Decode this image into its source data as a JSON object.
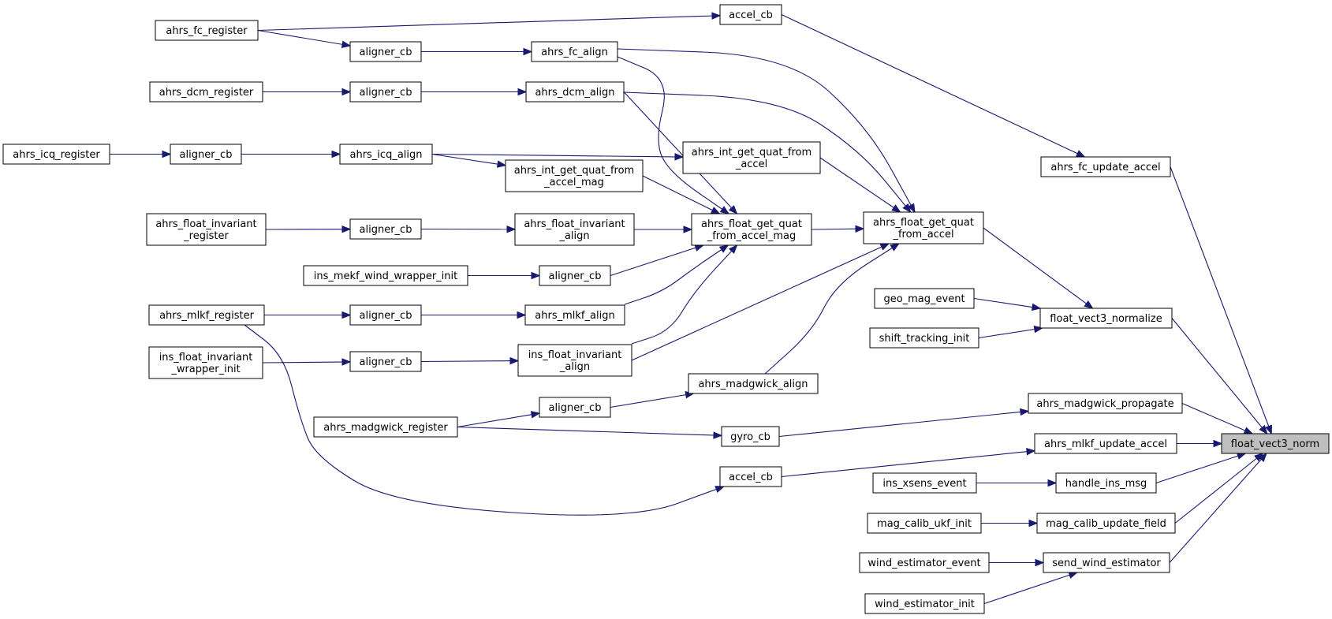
{
  "graph": {
    "title": "",
    "colors": {
      "edge": "#191970",
      "root_fill": "#bfbfbf",
      "node_border": "#000000"
    },
    "root": "float_vect3_norm",
    "nodes": [
      {
        "id": "float_vect3_norm",
        "label": "float_vect3_norm"
      },
      {
        "id": "ahrs_fc_update_accel",
        "label": "ahrs_fc_update_accel"
      },
      {
        "id": "accel_cb_fc",
        "label": "accel_cb"
      },
      {
        "id": "ahrs_fc_register",
        "label": "ahrs_fc_register"
      },
      {
        "id": "float_vect3_normalize",
        "label": "float_vect3_normalize"
      },
      {
        "id": "ahrs_float_get_quat_from_accel",
        "label": "ahrs_float_get_quat\n_from_accel"
      },
      {
        "id": "ahrs_fc_align",
        "label": "ahrs_fc_align"
      },
      {
        "id": "aligner_cb_fc",
        "label": "aligner_cb"
      },
      {
        "id": "ahrs_dcm_align",
        "label": "ahrs_dcm_align"
      },
      {
        "id": "aligner_cb_dcm",
        "label": "aligner_cb"
      },
      {
        "id": "ahrs_dcm_register",
        "label": "ahrs_dcm_register"
      },
      {
        "id": "ahrs_int_get_quat_from_accel",
        "label": "ahrs_int_get_quat_from\n_accel"
      },
      {
        "id": "ahrs_icq_align",
        "label": "ahrs_icq_align"
      },
      {
        "id": "aligner_cb_icq",
        "label": "aligner_cb"
      },
      {
        "id": "ahrs_icq_register",
        "label": "ahrs_icq_register"
      },
      {
        "id": "ahrs_float_get_quat_from_accel_mag",
        "label": "ahrs_float_get_quat\n_from_accel_mag"
      },
      {
        "id": "ahrs_int_get_quat_from_accel_mag",
        "label": "ahrs_int_get_quat_from\n_accel_mag"
      },
      {
        "id": "ahrs_float_invariant_align",
        "label": "ahrs_float_invariant\n_align"
      },
      {
        "id": "aligner_cb_finv",
        "label": "aligner_cb"
      },
      {
        "id": "ahrs_float_invariant_register",
        "label": "ahrs_float_invariant\n_register"
      },
      {
        "id": "aligner_cb_mekf",
        "label": "aligner_cb"
      },
      {
        "id": "ins_mekf_wind_wrapper_init",
        "label": "ins_mekf_wind_wrapper_init"
      },
      {
        "id": "ahrs_mlkf_align",
        "label": "ahrs_mlkf_align"
      },
      {
        "id": "aligner_cb_mlkf",
        "label": "aligner_cb"
      },
      {
        "id": "ahrs_mlkf_register",
        "label": "ahrs_mlkf_register"
      },
      {
        "id": "ins_float_invariant_align",
        "label": "ins_float_invariant\n_align"
      },
      {
        "id": "aligner_cb_insinv",
        "label": "aligner_cb"
      },
      {
        "id": "ins_float_invariant_wrapper_init",
        "label": "ins_float_invariant\n_wrapper_init"
      },
      {
        "id": "ahrs_madgwick_align",
        "label": "ahrs_madgwick_align"
      },
      {
        "id": "aligner_cb_madg",
        "label": "aligner_cb"
      },
      {
        "id": "ahrs_madgwick_register",
        "label": "ahrs_madgwick_register"
      },
      {
        "id": "geo_mag_event",
        "label": "geo_mag_event"
      },
      {
        "id": "shift_tracking_init",
        "label": "shift_tracking_init"
      },
      {
        "id": "ahrs_madgwick_propagate",
        "label": "ahrs_madgwick_propagate"
      },
      {
        "id": "gyro_cb",
        "label": "gyro_cb"
      },
      {
        "id": "ahrs_mlkf_update_accel",
        "label": "ahrs_mlkf_update_accel"
      },
      {
        "id": "accel_cb_mlkf",
        "label": "accel_cb"
      },
      {
        "id": "handle_ins_msg",
        "label": "handle_ins_msg"
      },
      {
        "id": "ins_xsens_event",
        "label": "ins_xsens_event"
      },
      {
        "id": "mag_calib_update_field",
        "label": "mag_calib_update_field"
      },
      {
        "id": "mag_calib_ukf_init",
        "label": "mag_calib_ukf_init"
      },
      {
        "id": "send_wind_estimator",
        "label": "send_wind_estimator"
      },
      {
        "id": "wind_estimator_event",
        "label": "wind_estimator_event"
      },
      {
        "id": "wind_estimator_init",
        "label": "wind_estimator_init"
      }
    ],
    "edges": [
      [
        "ahrs_fc_update_accel",
        "float_vect3_norm"
      ],
      [
        "float_vect3_normalize",
        "float_vect3_norm"
      ],
      [
        "ahrs_madgwick_propagate",
        "float_vect3_norm"
      ],
      [
        "ahrs_mlkf_update_accel",
        "float_vect3_norm"
      ],
      [
        "handle_ins_msg",
        "float_vect3_norm"
      ],
      [
        "mag_calib_update_field",
        "float_vect3_norm"
      ],
      [
        "send_wind_estimator",
        "float_vect3_norm"
      ],
      [
        "accel_cb_fc",
        "ahrs_fc_update_accel"
      ],
      [
        "ahrs_fc_register",
        "accel_cb_fc"
      ],
      [
        "ahrs_float_get_quat_from_accel",
        "float_vect3_normalize"
      ],
      [
        "geo_mag_event",
        "float_vect3_normalize"
      ],
      [
        "shift_tracking_init",
        "float_vect3_normalize"
      ],
      [
        "ahrs_fc_align",
        "ahrs_float_get_quat_from_accel"
      ],
      [
        "ahrs_dcm_align",
        "ahrs_float_get_quat_from_accel"
      ],
      [
        "ahrs_int_get_quat_from_accel",
        "ahrs_float_get_quat_from_accel"
      ],
      [
        "ahrs_float_get_quat_from_accel_mag",
        "ahrs_float_get_quat_from_accel"
      ],
      [
        "ins_float_invariant_align",
        "ahrs_float_get_quat_from_accel"
      ],
      [
        "ahrs_madgwick_align",
        "ahrs_float_get_quat_from_accel"
      ],
      [
        "aligner_cb_fc",
        "ahrs_fc_align"
      ],
      [
        "ahrs_fc_register",
        "aligner_cb_fc"
      ],
      [
        "aligner_cb_dcm",
        "ahrs_dcm_align"
      ],
      [
        "ahrs_dcm_register",
        "aligner_cb_dcm"
      ],
      [
        "ahrs_icq_align",
        "ahrs_int_get_quat_from_accel"
      ],
      [
        "aligner_cb_icq",
        "ahrs_icq_align"
      ],
      [
        "ahrs_icq_register",
        "aligner_cb_icq"
      ],
      [
        "ahrs_fc_align",
        "ahrs_float_get_quat_from_accel_mag"
      ],
      [
        "ahrs_dcm_align",
        "ahrs_float_get_quat_from_accel_mag"
      ],
      [
        "ahrs_int_get_quat_from_accel_mag",
        "ahrs_float_get_quat_from_accel_mag"
      ],
      [
        "ahrs_float_invariant_align",
        "ahrs_float_get_quat_from_accel_mag"
      ],
      [
        "aligner_cb_mekf",
        "ahrs_float_get_quat_from_accel_mag"
      ],
      [
        "ahrs_mlkf_align",
        "ahrs_float_get_quat_from_accel_mag"
      ],
      [
        "ins_float_invariant_align",
        "ahrs_float_get_quat_from_accel_mag"
      ],
      [
        "ahrs_icq_align",
        "ahrs_int_get_quat_from_accel_mag"
      ],
      [
        "aligner_cb_finv",
        "ahrs_float_invariant_align"
      ],
      [
        "ahrs_float_invariant_register",
        "aligner_cb_finv"
      ],
      [
        "ins_mekf_wind_wrapper_init",
        "aligner_cb_mekf"
      ],
      [
        "aligner_cb_mlkf",
        "ahrs_mlkf_align"
      ],
      [
        "ahrs_mlkf_register",
        "aligner_cb_mlkf"
      ],
      [
        "aligner_cb_insinv",
        "ins_float_invariant_align"
      ],
      [
        "ins_float_invariant_wrapper_init",
        "aligner_cb_insinv"
      ],
      [
        "aligner_cb_madg",
        "ahrs_madgwick_align"
      ],
      [
        "ahrs_madgwick_register",
        "aligner_cb_madg"
      ],
      [
        "gyro_cb",
        "ahrs_madgwick_propagate"
      ],
      [
        "ahrs_madgwick_register",
        "gyro_cb"
      ],
      [
        "accel_cb_mlkf",
        "ahrs_mlkf_update_accel"
      ],
      [
        "ahrs_mlkf_register",
        "accel_cb_mlkf"
      ],
      [
        "ins_xsens_event",
        "handle_ins_msg"
      ],
      [
        "mag_calib_ukf_init",
        "mag_calib_update_field"
      ],
      [
        "wind_estimator_event",
        "send_wind_estimator"
      ],
      [
        "wind_estimator_init",
        "send_wind_estimator"
      ]
    ]
  }
}
